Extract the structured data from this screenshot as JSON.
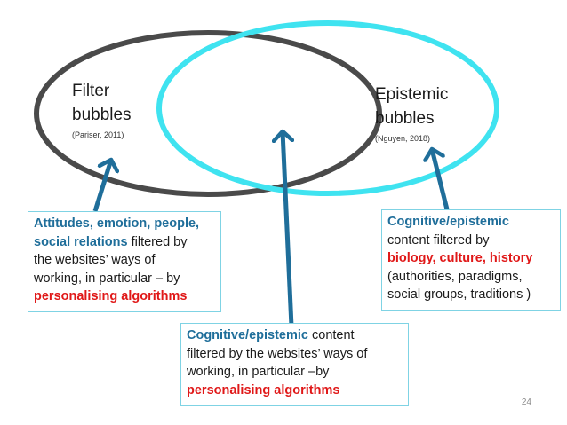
{
  "colors": {
    "filter_ellipse": "#4a4a4a",
    "epistemic_ellipse": "#3fe3f0",
    "arrow": "#1f6e9a",
    "box_border": "#7fd3e4",
    "highlight_blue": "#1f6e9a",
    "highlight_red": "#e01818"
  },
  "filter_bubbles": {
    "title_line1": "Filter",
    "title_line2": "bubbles",
    "citation": "(Pariser, 2011)"
  },
  "epistemic_bubbles": {
    "title_line1": "Epistemic",
    "title_line2": "bubbles",
    "citation": "(Nguyen, 2018)"
  },
  "left_box": {
    "line1_blue": "Attitudes, emotion, people,",
    "line2_blue": "social relations",
    "line2_rest": " filtered by",
    "line3": "the websites’ ways of",
    "line4": "working, in particular – by",
    "line5_red": "personalising algorithms"
  },
  "right_box": {
    "line1_blue": "Cognitive/epistemic",
    "line2": "content filtered by",
    "line3_red": "biology, culture, history",
    "line4": "(authorities, paradigms,",
    "line5": "social groups, traditions )"
  },
  "center_box": {
    "line1_blue": "Cognitive/epistemic",
    "line1_rest": " content",
    "line2": "filtered by the websites’ ways of",
    "line3": "working, in particular –by",
    "line4_red": "personalising algorithms"
  },
  "page_number": "24"
}
